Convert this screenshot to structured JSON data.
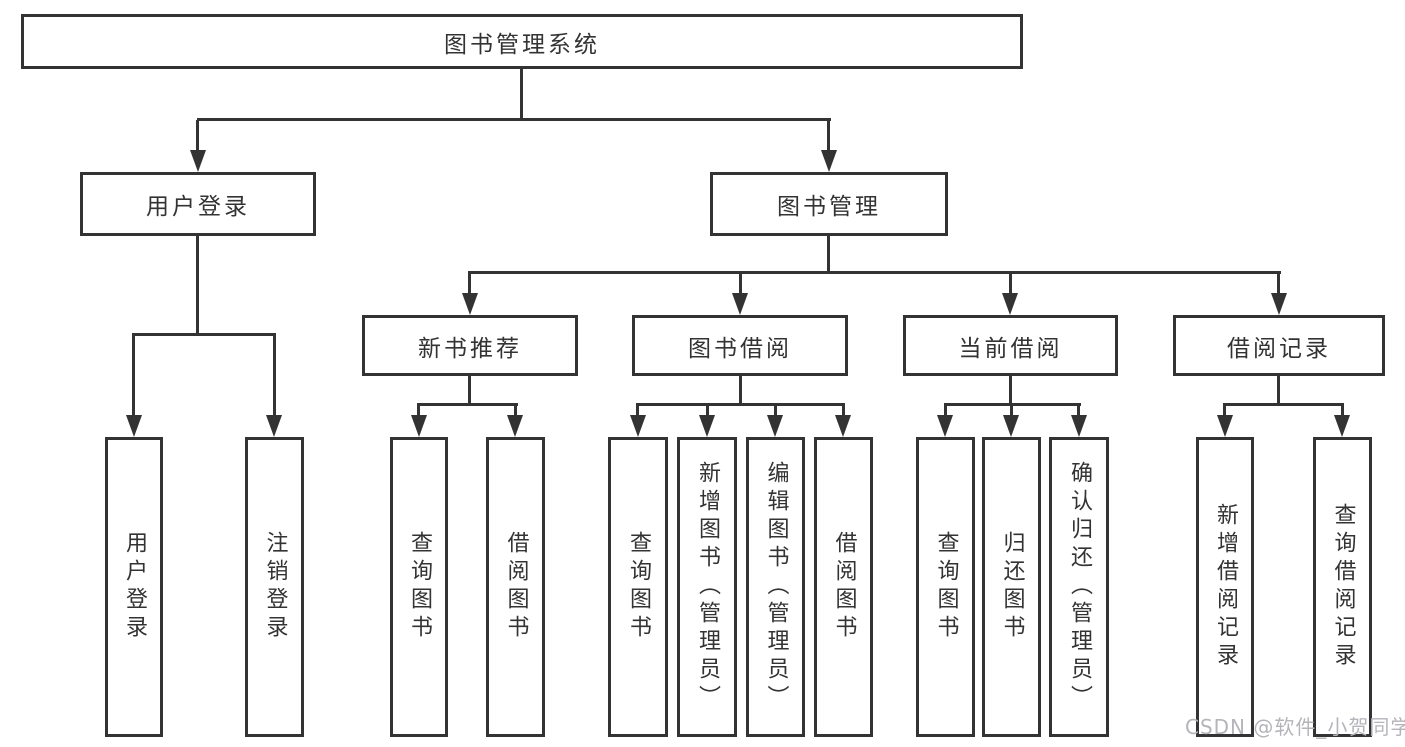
{
  "tree": {
    "root": "图书管理系统",
    "children": [
      {
        "label": "用户登录",
        "children": [
          "用户登录",
          "注销登录"
        ]
      },
      {
        "label": "图书管理",
        "children": [
          {
            "label": "新书推荐",
            "children": [
              "查询图书",
              "借阅图书"
            ]
          },
          {
            "label": "图书借阅",
            "children": [
              "查询图书",
              "新增图书（管理员）",
              "编辑图书（管理员）",
              "借阅图书"
            ]
          },
          {
            "label": "当前借阅",
            "children": [
              "查询图书",
              "归还图书",
              "确认归还（管理员）"
            ]
          },
          {
            "label": "借阅记录",
            "children": [
              "新增借阅记录",
              "查询借阅记录"
            ]
          }
        ]
      }
    ]
  },
  "watermark": {
    "text": "CSDN @软件_小贺同学"
  },
  "colors": {
    "line": "#333333",
    "text": "#333333",
    "watermark": "#b4b4ba",
    "background": "#ffffff"
  }
}
